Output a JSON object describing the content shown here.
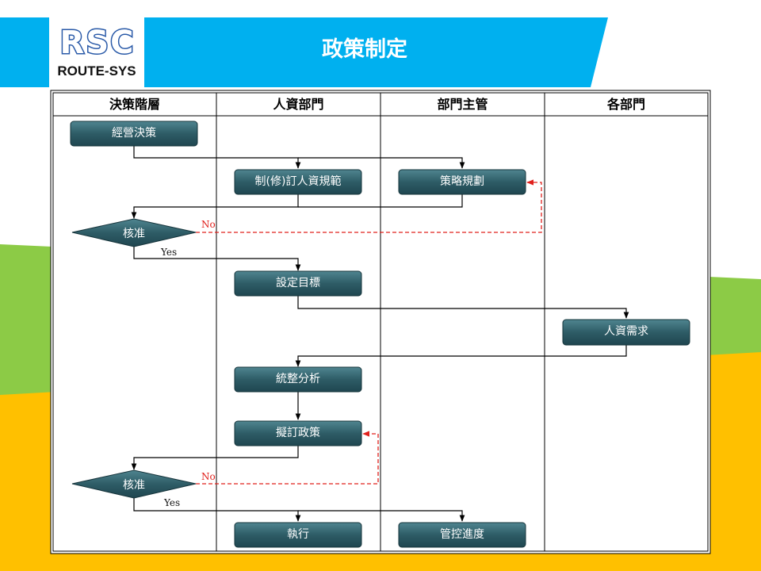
{
  "header": {
    "title": "政策制定",
    "logo_mark": "RSC",
    "logo_text": "ROUTE-SYS"
  },
  "colors": {
    "banner": "#00b0ef",
    "green_band": "#8ccb46",
    "yellow_band": "#ffc000",
    "node_fill": "#2f5d67",
    "no_edge": "#e0201c"
  },
  "lanes": [
    "決策階層",
    "人資部門",
    "部門主管",
    "各部門"
  ],
  "nodes": {
    "n1": "經營決策",
    "n2": "制(修)訂人資規範",
    "n3": "策略規劃",
    "d1": "核准",
    "n4": "設定目標",
    "n5": "人資需求",
    "n6": "統整分析",
    "n7": "擬訂政策",
    "d2": "核准",
    "n8": "執行",
    "n9": "管控進度"
  },
  "edge_labels": {
    "no": "No",
    "yes": "Yes"
  }
}
